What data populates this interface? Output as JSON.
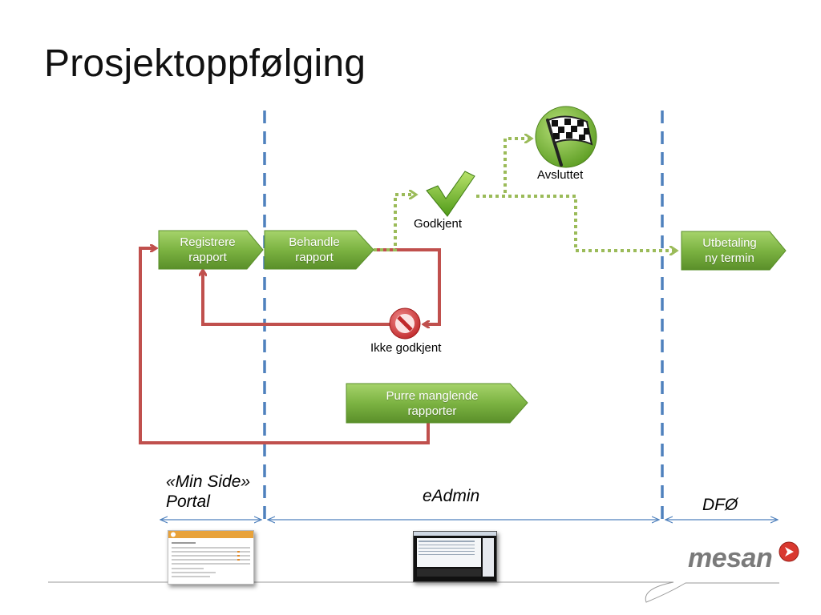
{
  "title": "Prosjektoppfølging",
  "nodes": {
    "registrere": {
      "line1": "Registrere",
      "line2": "rapport"
    },
    "behandle": {
      "line1": "Behandle",
      "line2": "rapport"
    },
    "utbetaling": {
      "line1": "Utbetaling",
      "line2": "ny termin"
    },
    "purre": {
      "line1": "Purre manglende",
      "line2": "rapporter"
    }
  },
  "status": {
    "godkjent": "Godkjent",
    "ikke_godkjent": "Ikke godkjent",
    "avsluttet": "Avsluttet"
  },
  "regions": {
    "portal_line1": "«Min Side»",
    "portal_line2": "Portal",
    "eadmin": "eAdmin",
    "dfo": "DFØ"
  },
  "logo": {
    "text": "mesan"
  },
  "icons": {
    "approved": "checkmark-icon",
    "rejected": "no-entry-icon",
    "finished": "checkered-flag-icon",
    "brand": "mesan-logo-icon"
  },
  "colors": {
    "node_green": "#6aa232",
    "rework_red": "#c0504d",
    "approved_dotted": "#9bbb59",
    "divider_blue": "#4f81bd",
    "span_arrow": "#4f81bd"
  }
}
